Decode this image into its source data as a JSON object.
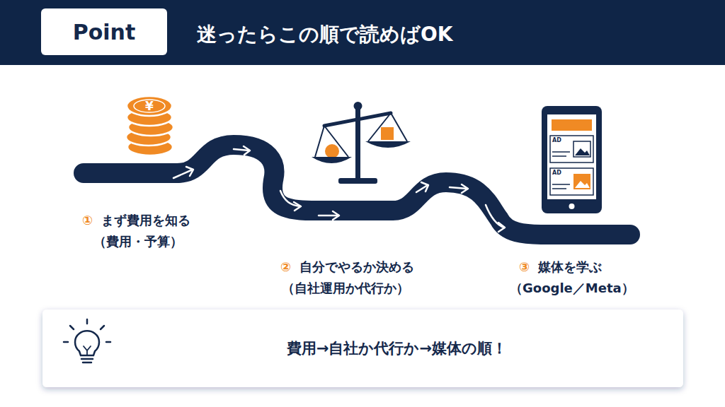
{
  "diagram": {
    "title": "迷ったらこの順で読めばOK",
    "nodes": [
      {
        "text": [
          "Point"
        ]
      },
      {
        "text": [
          "費用→自社か代行か→媒体の順！"
        ]
      }
    ],
    "labels": [
      "¥",
      "AD",
      "AD",
      "①",
      "まず費用を知る",
      "（費用・予算）",
      "②",
      "自分でやるか決める",
      "（自社運用か代行か）",
      "③",
      "媒体を学ぶ",
      "（Google／Meta）"
    ]
  }
}
